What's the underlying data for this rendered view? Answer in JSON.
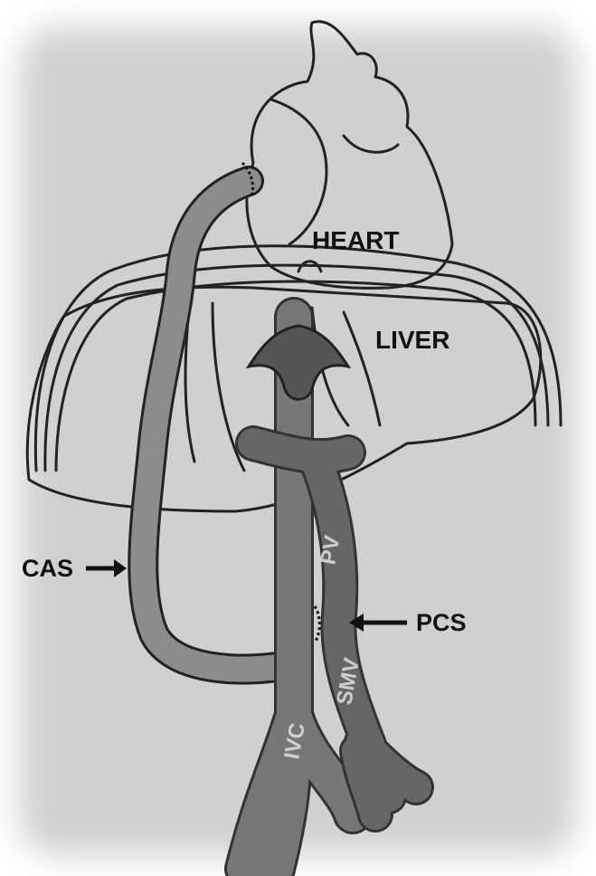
{
  "labels": {
    "heart": "HEART",
    "liver": "LIVER",
    "cas": "CAS",
    "pcs": "PCS",
    "pv": "PV",
    "smv": "SMV",
    "ivc": "IVC"
  },
  "colors": {
    "background": "#d0d0d0",
    "vessel": "#777777",
    "vessel_dark": "#555555",
    "outline": "#222222",
    "organ_fill": "#d6d6d6"
  }
}
